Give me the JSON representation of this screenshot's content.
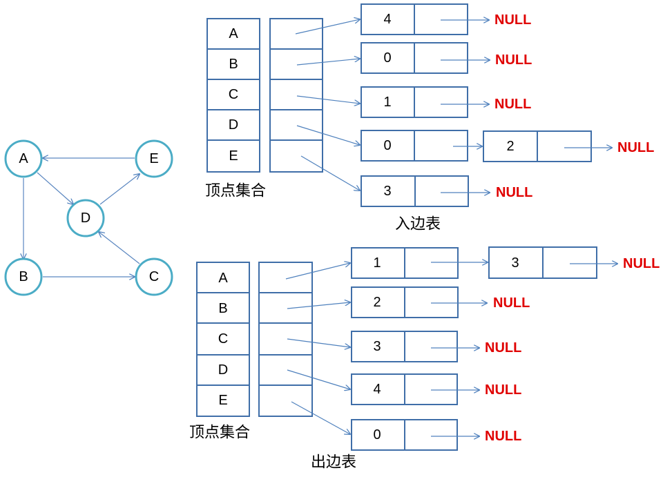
{
  "graph": {
    "nodes": [
      "A",
      "B",
      "C",
      "D",
      "E"
    ],
    "edges": [
      [
        "A",
        "B"
      ],
      [
        "A",
        "D"
      ],
      [
        "B",
        "C"
      ],
      [
        "C",
        "D"
      ],
      [
        "D",
        "E"
      ],
      [
        "E",
        "A"
      ]
    ]
  },
  "in_table": {
    "vertices": [
      "A",
      "B",
      "C",
      "D",
      "E"
    ],
    "vertex_caption": "顶点集合",
    "caption": "入边表",
    "lists": [
      [
        "4"
      ],
      [
        "0"
      ],
      [
        "1"
      ],
      [
        "0",
        "2"
      ],
      [
        "3"
      ]
    ]
  },
  "out_table": {
    "vertices": [
      "A",
      "B",
      "C",
      "D",
      "E"
    ],
    "vertex_caption": "顶点集合",
    "caption": "出边表",
    "lists": [
      [
        "1",
        "3"
      ],
      [
        "2"
      ],
      [
        "3"
      ],
      [
        "4"
      ],
      [
        "0"
      ]
    ]
  },
  "null_label": "NULL",
  "colors": {
    "node_stroke": "#4bacc6",
    "box_stroke": "#3f6ea8",
    "arrow": "#4f81bd",
    "null": "#e00000"
  }
}
